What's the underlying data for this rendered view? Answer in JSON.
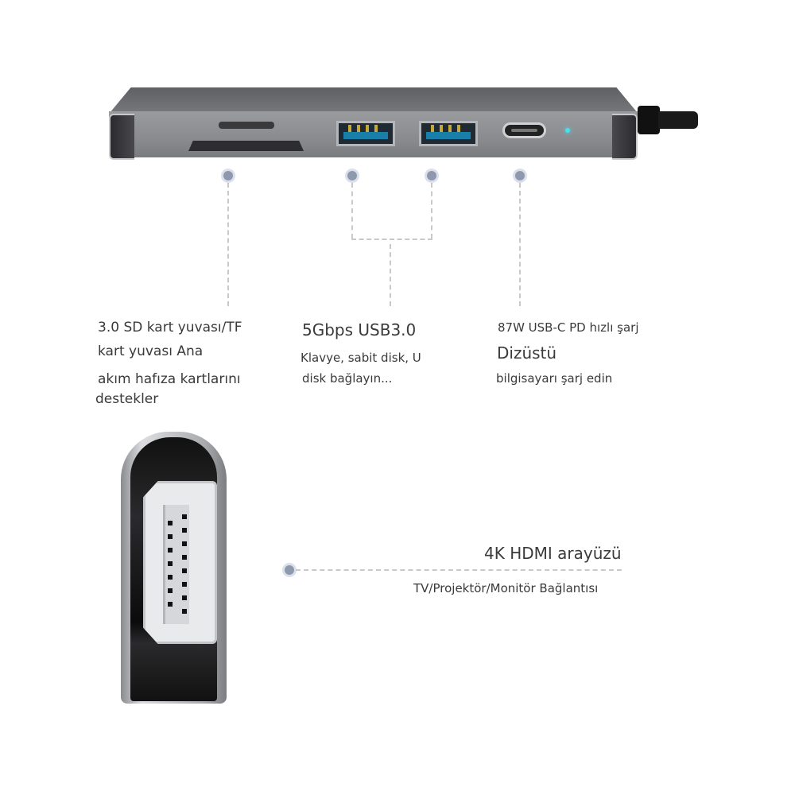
{
  "product": {
    "ports": [
      "SD card slot",
      "TF card slot",
      "USB 3.0",
      "USB 3.0",
      "USB-C PD",
      "HDMI"
    ],
    "colors": {
      "body": "#8a8b8f",
      "usb_tongue": "#1a7fa8",
      "led": "#46e0ee",
      "connector_dot": "#8e99ad",
      "dashed_line": "#c9c9cc",
      "text": "#3a3a3a"
    }
  },
  "callouts": {
    "card": {
      "line1": "3.0 SD kart yuvası/TF",
      "line2": "kart yuvası Ana",
      "line3": "akım hafıza kartlarını",
      "line4": "destekler"
    },
    "usb": {
      "title": "5Gbps USB3.0",
      "line1": "Klavye, sabit disk, U",
      "line2": "disk bağlayın..."
    },
    "pd": {
      "title": "87W USB-C PD hızlı şarj",
      "line1": "Dizüstü",
      "line2": "bilgisayarı şarj edin"
    },
    "hdmi": {
      "title": "4K HDMI arayüzü",
      "subtitle": "TV/Projektör/Monitör Bağlantısı"
    }
  }
}
